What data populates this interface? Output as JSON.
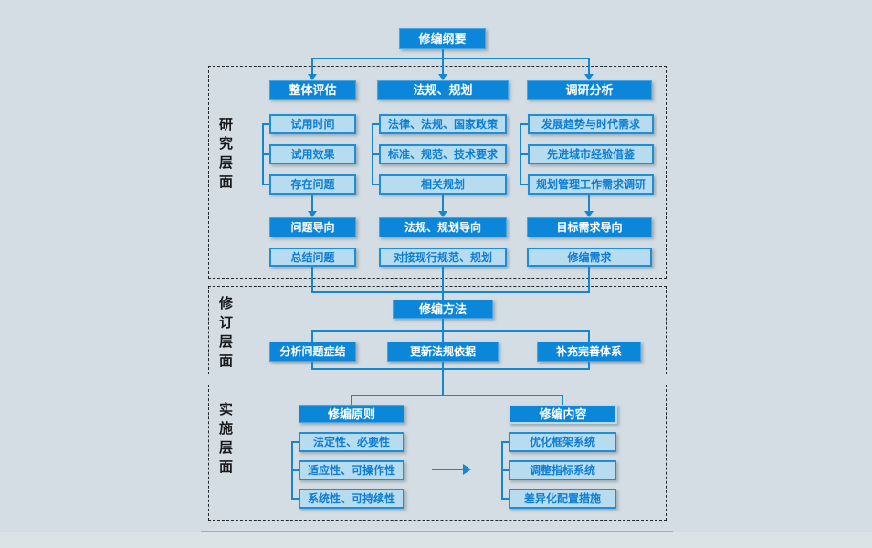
{
  "root_label": "修编纲要",
  "research": {
    "label": "研究层面",
    "col1": {
      "header": "整体评估",
      "items": [
        "试用时间",
        "试用效果",
        "存在问题"
      ],
      "orientation": "问题导向",
      "result": "总结问题"
    },
    "col2": {
      "header": "法规、规划",
      "items": [
        "法律、法规、国家政策",
        "标准、规范、技术要求",
        "相关规划"
      ],
      "orientation": "法规、规划导向",
      "result": "对接现行规范、规划"
    },
    "col3": {
      "header": "调研分析",
      "items": [
        "发展趋势与时代需求",
        "先进城市经验借鉴",
        "规划管理工作需求调研"
      ],
      "orientation": "目标需求导向",
      "result": "修编需求"
    }
  },
  "revision": {
    "label": "修订层面",
    "method": "修编方法",
    "branches": [
      "分析问题症结",
      "更新法规依据",
      "补充完善体系"
    ]
  },
  "implementation": {
    "label": "实施层面",
    "principles": {
      "header": "修编原则",
      "items": [
        "法定性、必要性",
        "适应性、可操作性",
        "系统性、可持续性"
      ]
    },
    "contents": {
      "header": "修编内容",
      "items": [
        "优化框架系统",
        "调整指标系统",
        "差异化配置措施"
      ]
    }
  },
  "colors": {
    "solid_fill": "#0b86d8",
    "light_fill": "#b8dcef",
    "light_border": "#1e8ed8",
    "light_text": "#0d7ed4",
    "connector": "#1586d0",
    "background": "#d3dde3"
  }
}
